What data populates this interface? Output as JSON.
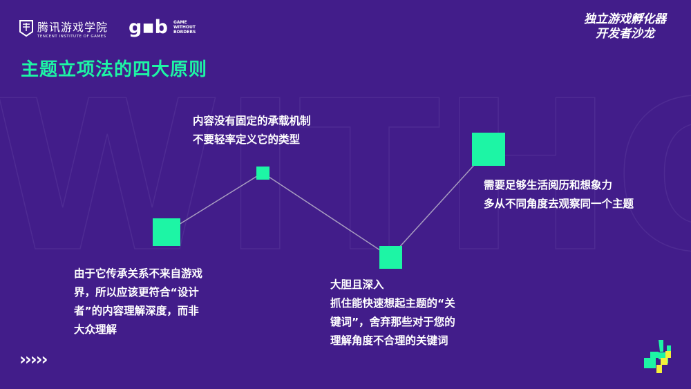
{
  "header": {
    "logo_tencent_cn": "腾讯游戏学院",
    "logo_tencent_en": "TENCENT INSTITUTE OF GAMES",
    "logo_gwb_mark": "g▪b",
    "logo_gwb_en": [
      "GAME",
      "WITHOUT",
      "BORDERS"
    ],
    "event_title": [
      "独立游戏孵化器",
      "开发者沙龙"
    ]
  },
  "title": "主题立项法的四大原则",
  "principles": [
    {
      "lines": [
        "由于它传承关系不来自游戏",
        "界，所以应该更符合“设计",
        "者”的内容理解深度，而非",
        "大众理解"
      ]
    },
    {
      "lines": [
        "内容没有固定的承载机制",
        "不要轻率定义它的类型"
      ]
    },
    {
      "lines": [
        "大胆且深入",
        "抓住能快速想起主题的“关",
        "键词”，舍弃那些对于您的",
        "理解角度不合理的关键词"
      ]
    },
    {
      "lines": [
        "需要足够生活阅历和想象力",
        "多从不同角度去观察同一个主题"
      ]
    }
  ],
  "footer": {
    "arrows": "›››››"
  },
  "colors": {
    "background": "#421d8a",
    "accent": "#1df5a5",
    "yellow": "#f5f03a"
  }
}
